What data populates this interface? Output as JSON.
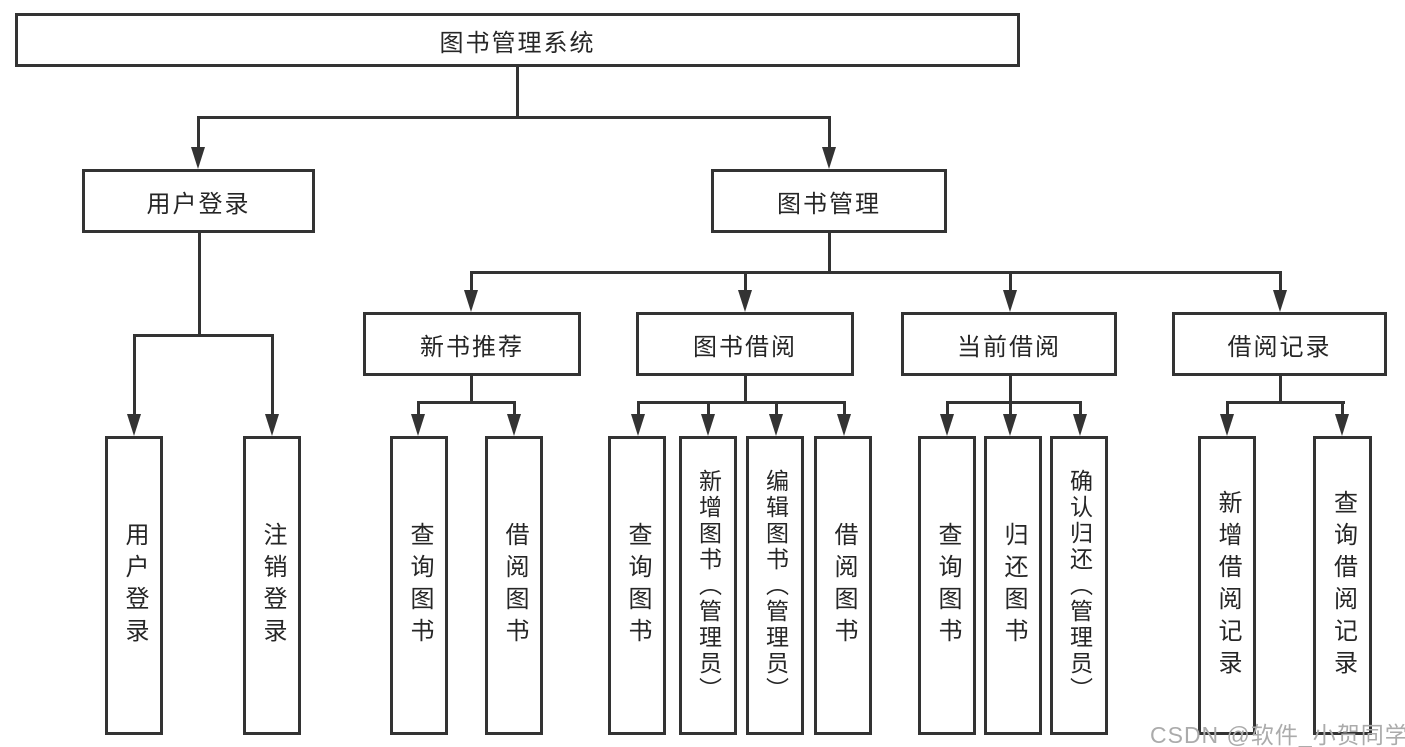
{
  "diagram_title": "图书管理系统",
  "tree": {
    "root": "图书管理系统",
    "branches": [
      {
        "label": "用户登录",
        "children": [
          "用户登录",
          "注销登录"
        ]
      },
      {
        "label": "图书管理",
        "groups": [
          {
            "label": "新书推荐",
            "children": [
              "查询图书",
              "借阅图书"
            ]
          },
          {
            "label": "图书借阅",
            "children": [
              "查询图书",
              "新增图书（管理员）",
              "编辑图书（管理员）",
              "借阅图书"
            ]
          },
          {
            "label": "当前借阅",
            "children": [
              "查询图书",
              "归还图书",
              "确认归还（管理员）"
            ]
          },
          {
            "label": "借阅记录",
            "children": [
              "新增借阅记录",
              "查询借阅记录"
            ]
          }
        ]
      }
    ]
  },
  "watermark": "CSDN @软件_小贺同学",
  "colors": {
    "line": "#333333",
    "box_border": "#333333",
    "text": "#262626",
    "watermark": "#ababab",
    "background": "#ffffff"
  }
}
